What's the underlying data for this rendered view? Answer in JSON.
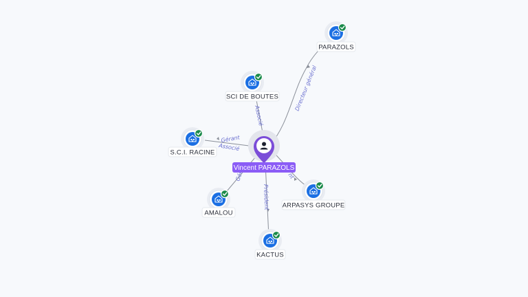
{
  "center": {
    "name": "Vincent PARAZOLS",
    "icon": "person-icon",
    "color": "#8b5cf6"
  },
  "companies": [
    {
      "id": "parazols",
      "name": "PARAZOLS",
      "icon": "building-icon",
      "verified": true
    },
    {
      "id": "sci-de-boutes",
      "name": "SCI DE BOUTES",
      "icon": "building-icon",
      "verified": true
    },
    {
      "id": "sci-racine",
      "name": "S.C.I. RACINE",
      "icon": "building-icon",
      "verified": true
    },
    {
      "id": "amalou",
      "name": "AMALOU",
      "icon": "building-icon",
      "verified": true
    },
    {
      "id": "kactus",
      "name": "KACTUS",
      "icon": "building-icon",
      "verified": true
    },
    {
      "id": "arpasys-groupe",
      "name": "ARPASYS GROUPE",
      "icon": "building-icon",
      "verified": true
    }
  ],
  "relations": [
    {
      "to": "parazols",
      "roles": [
        "Directeur général"
      ]
    },
    {
      "to": "sci-de-boutes",
      "roles": [
        "Associé"
      ]
    },
    {
      "to": "sci-racine",
      "roles": [
        "Gérant",
        "Associé"
      ]
    },
    {
      "to": "amalou",
      "roles": [
        "Gér"
      ]
    },
    {
      "to": "kactus",
      "roles": [
        "Président"
      ]
    },
    {
      "to": "arpasys-groupe",
      "roles": [
        "nt"
      ]
    }
  ],
  "colors": {
    "company": "#1b6fe3",
    "verified": "#1a8a4a",
    "edge": "#8a8f99",
    "edge_label": "#6a6fcf"
  }
}
